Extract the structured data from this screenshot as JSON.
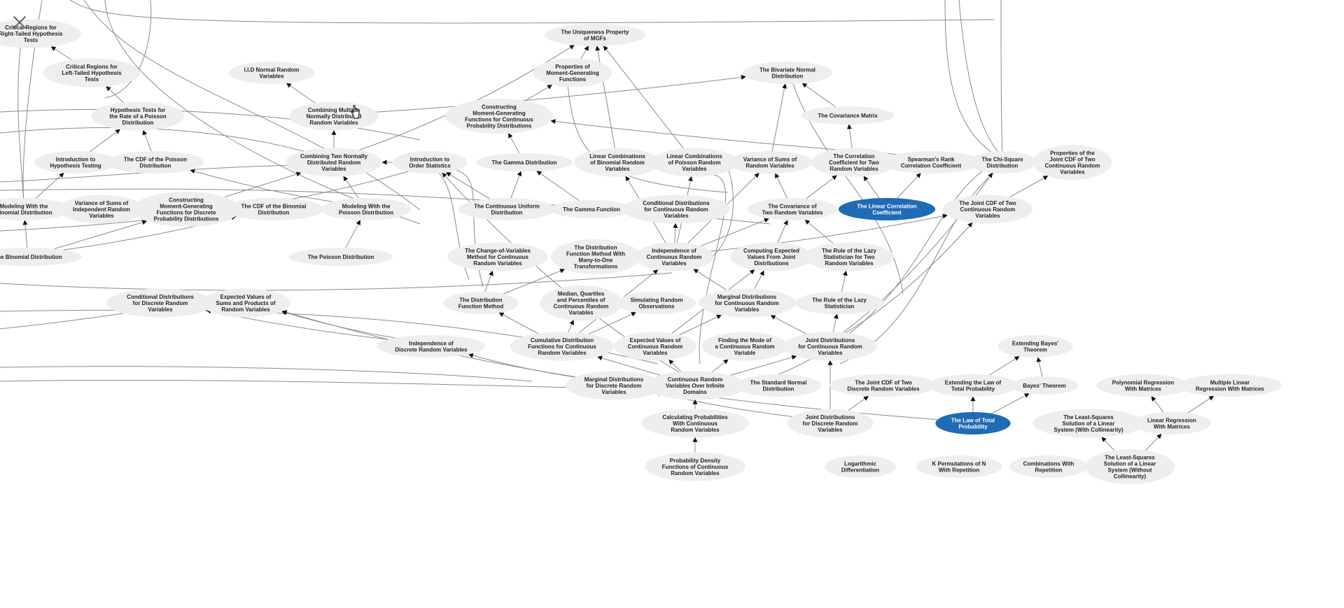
{
  "window": {
    "close_label": "Close"
  },
  "colors": {
    "node_fill": "#eeeeee",
    "highlight_fill": "#1f6bb5",
    "edge": "#8a8a8a"
  },
  "highlighted": [
    "linear-correlation-coefficient",
    "law-of-total-probability"
  ],
  "nodes": [
    {
      "id": "critical-right",
      "lines": [
        "Critical Regions for",
        "Right-Tailed Hypothesis",
        "Tests"
      ]
    },
    {
      "id": "critical-left",
      "lines": [
        "Critical Regions for",
        "Left-Tailed Hypothesis",
        "Tests"
      ]
    },
    {
      "id": "iid-normal",
      "lines": [
        "I.I.D Normal Random",
        "Variables"
      ]
    },
    {
      "id": "uniqueness-mgf",
      "lines": [
        "The Uniqueness Property",
        "of MGFs"
      ]
    },
    {
      "id": "properties-mgf",
      "lines": [
        "Properties of",
        "Moment-Generating",
        "Functions"
      ]
    },
    {
      "id": "bivariate-normal",
      "lines": [
        "The Bivariate Normal",
        "Distribution"
      ]
    },
    {
      "id": "hyp-test-poisson",
      "lines": [
        "Hypothesis Tests for",
        "the Rate of a Poisson",
        "Distribution"
      ]
    },
    {
      "id": "combining-multiple-normal",
      "lines": [
        "Combining Multiple",
        "Normally Distributed",
        "Random Variables"
      ]
    },
    {
      "id": "constructing-mgf-continuous",
      "lines": [
        "Constructing",
        "Moment-Generating",
        "Functions for Continuous",
        "Probability Distributions"
      ]
    },
    {
      "id": "covariance-matrix",
      "lines": [
        "The Covariance Matrix"
      ]
    },
    {
      "id": "intro-hyp-testing",
      "lines": [
        "Introduction to",
        "Hypothesis Testing"
      ]
    },
    {
      "id": "cdf-poisson",
      "lines": [
        "The CDF of the Poisson",
        "Distribution"
      ]
    },
    {
      "id": "combining-two-normal",
      "lines": [
        "Combining Two Normally",
        "Distributed Random",
        "Variables"
      ]
    },
    {
      "id": "intro-order-statistics",
      "lines": [
        "Introduction to",
        "Order Statistics"
      ]
    },
    {
      "id": "gamma-distribution",
      "lines": [
        "The Gamma Distribution"
      ]
    },
    {
      "id": "linear-comb-binomial",
      "lines": [
        "Linear Combinations",
        "of Binomial Random",
        "Variables"
      ]
    },
    {
      "id": "linear-comb-poisson",
      "lines": [
        "Linear Combinations",
        "of Poisson Random",
        "Variables"
      ]
    },
    {
      "id": "variance-sums-rv",
      "lines": [
        "Variance of Sums of",
        "Random Variables"
      ]
    },
    {
      "id": "correlation-coefficient",
      "lines": [
        "The Correlation",
        "Coefficient for Two",
        "Random Variables"
      ]
    },
    {
      "id": "spearman",
      "lines": [
        "Spearman's Rank",
        "Correlation Coefficient"
      ]
    },
    {
      "id": "chi-square",
      "lines": [
        "The Chi-Square",
        "Distribution"
      ]
    },
    {
      "id": "properties-joint-cdf",
      "lines": [
        "Properties of the",
        "Joint CDF of Two",
        "Continuous Random",
        "Variables"
      ]
    },
    {
      "id": "modeling-binomial",
      "lines": [
        "Modeling With the",
        "Binomial Distribution"
      ]
    },
    {
      "id": "variance-sums-independent",
      "lines": [
        "Variance of Sums of",
        "Independent Random",
        "Variables"
      ]
    },
    {
      "id": "constructing-mgf-discrete",
      "lines": [
        "Constructing",
        "Moment-Generating",
        "Functions for Discrete",
        "Probability Distributions"
      ]
    },
    {
      "id": "cdf-binomial",
      "lines": [
        "The CDF of the Binomial",
        "Distribution"
      ]
    },
    {
      "id": "modeling-poisson",
      "lines": [
        "Modeling With the",
        "Poisson Distribution"
      ]
    },
    {
      "id": "continuous-uniform",
      "lines": [
        "The Continuous Uniform",
        "Distribution"
      ]
    },
    {
      "id": "gamma-function",
      "lines": [
        "The Gamma Function"
      ]
    },
    {
      "id": "conditional-continuous",
      "lines": [
        "Conditional Distributions",
        "for Continuous Random",
        "Variables"
      ]
    },
    {
      "id": "covariance-two-rv",
      "lines": [
        "The Covariance of",
        "Two Random Variables"
      ]
    },
    {
      "id": "linear-correlation-coefficient",
      "lines": [
        "The Linear Correlation",
        "Coefficient"
      ]
    },
    {
      "id": "joint-cdf-continuous",
      "lines": [
        "The Joint CDF of Two",
        "Continuous Random",
        "Variables"
      ]
    },
    {
      "id": "binomial-distribution",
      "lines": [
        "The Binomial Distribution"
      ]
    },
    {
      "id": "poisson-distribution",
      "lines": [
        "The Poisson Distribution"
      ]
    },
    {
      "id": "change-of-variables",
      "lines": [
        "The Change-of-Variables",
        "Method for Continuous",
        "Random Variables"
      ]
    },
    {
      "id": "distribution-function-transformations",
      "lines": [
        "The Distribution",
        "Function Method With",
        "Many-to-One",
        "Transformations"
      ]
    },
    {
      "id": "independence-continuous",
      "lines": [
        "Independence of",
        "Continuous Random",
        "Variables"
      ]
    },
    {
      "id": "computing-expected-joint",
      "lines": [
        "Computing Expected",
        "Values From Joint",
        "Distributions"
      ]
    },
    {
      "id": "lazy-statistician-two",
      "lines": [
        "The Rule of the Lazy",
        "Statistician for Two",
        "Random Variables"
      ]
    },
    {
      "id": "conditional-discrete",
      "lines": [
        "Conditional Distributions",
        "for Discrete Random",
        "Variables"
      ]
    },
    {
      "id": "expected-sums-products",
      "lines": [
        "Expected Values of",
        "Sums and Products of",
        "Random Variables"
      ]
    },
    {
      "id": "distribution-function-method",
      "lines": [
        "The Distribution",
        "Function Method"
      ]
    },
    {
      "id": "median-quartiles",
      "lines": [
        "Median, Quartiles",
        "and Percentiles of",
        "Continuous Random",
        "Variables"
      ]
    },
    {
      "id": "simulating-random",
      "lines": [
        "Simulating Random",
        "Observations"
      ]
    },
    {
      "id": "marginal-continuous",
      "lines": [
        "Marginal Distributions",
        "for Continuous Random",
        "Variables"
      ]
    },
    {
      "id": "lazy-statistician",
      "lines": [
        "The Rule of the Lazy",
        "Statistician"
      ]
    },
    {
      "id": "independence-discrete",
      "lines": [
        "Independence of",
        "Discrete Random Variables"
      ]
    },
    {
      "id": "cumulative-distribution",
      "lines": [
        "Cumulative Distribution",
        "Functions for Continuous",
        "Random Variables"
      ]
    },
    {
      "id": "expected-continuous",
      "lines": [
        "Expected Values of",
        "Continuous Random",
        "Variables"
      ]
    },
    {
      "id": "mode-continuous",
      "lines": [
        "Finding the Mode of",
        "a Continuous Random",
        "Variable"
      ]
    },
    {
      "id": "joint-continuous",
      "lines": [
        "Joint Distributions",
        "for Continuous Random",
        "Variables"
      ]
    },
    {
      "id": "extending-bayes",
      "lines": [
        "Extending Bayes'",
        "Theorem"
      ]
    },
    {
      "id": "marginal-discrete",
      "lines": [
        "Marginal Distributions",
        "for Discrete Random",
        "Variables"
      ]
    },
    {
      "id": "continuous-infinite-domains",
      "lines": [
        "Continuous Random",
        "Variables Over Infinite",
        "Domains"
      ]
    },
    {
      "id": "standard-normal",
      "lines": [
        "The Standard Normal",
        "Distribution"
      ]
    },
    {
      "id": "joint-cdf-discrete",
      "lines": [
        "The Joint CDF of Two",
        "Discrete Random Variables"
      ]
    },
    {
      "id": "extending-law-total",
      "lines": [
        "Extending the Law of",
        "Total Probability"
      ]
    },
    {
      "id": "bayes-theorem",
      "lines": [
        "Bayes' Theorem"
      ]
    },
    {
      "id": "polynomial-regression",
      "lines": [
        "Polynomial Regression",
        "With Matrices"
      ]
    },
    {
      "id": "multiple-linear-regression",
      "lines": [
        "Multiple Linear",
        "Regression With Matrices"
      ]
    },
    {
      "id": "calculating-probabilities",
      "lines": [
        "Calculating Probabilities",
        "With Continuous",
        "Random Variables"
      ]
    },
    {
      "id": "joint-discrete",
      "lines": [
        "Joint Distributions",
        "for Discrete Random",
        "Variables"
      ]
    },
    {
      "id": "law-of-total-probability",
      "lines": [
        "The Law of Total",
        "Probability"
      ]
    },
    {
      "id": "least-squares-collinearity",
      "lines": [
        "The Least-Squares",
        "Solution of a Linear",
        "System (With Collinearity)"
      ]
    },
    {
      "id": "linear-regression-matrices",
      "lines": [
        "Linear Regression",
        "With Matrices"
      ]
    },
    {
      "id": "pdf-continuous",
      "lines": [
        "Probability Density",
        "Functions of Continuous",
        "Random Variables"
      ]
    },
    {
      "id": "logarithmic-differentiation",
      "lines": [
        "Logarithmic",
        "Differentiation"
      ]
    },
    {
      "id": "k-permutations",
      "lines": [
        "K Permutations of N",
        "With Repetition"
      ]
    },
    {
      "id": "combinations-repetition",
      "lines": [
        "Combinations With",
        "Repetition"
      ]
    },
    {
      "id": "least-squares-no-collinearity",
      "lines": [
        "The Least-Squares",
        "Solution of a Linear",
        "System (Without",
        "Collinearity)"
      ]
    }
  ]
}
